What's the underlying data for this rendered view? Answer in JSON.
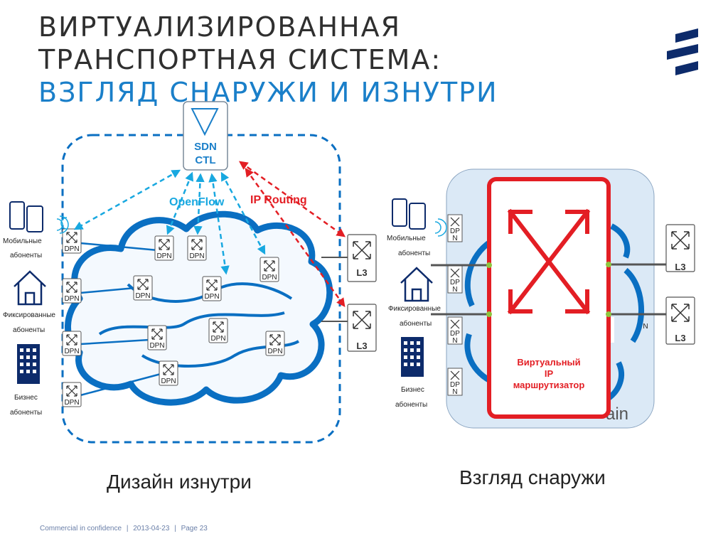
{
  "title": {
    "line1": "ВИРТУАЛИЗИРОВАННАЯ",
    "line2": "ТРАНСПОРТНАЯ СИСТЕМА:",
    "line3": "ВЗГЛЯД СНАРУЖИ И ИЗНУТРИ"
  },
  "left_diagram": {
    "sdn_line1": "SDN",
    "sdn_line2": "CTL",
    "openflow_label": "OpenFlow",
    "ip_routing_label": "IP Routing",
    "node_label": "DPN",
    "l3_label": "L3",
    "subscribers": {
      "mobile_line1": "Мобильные",
      "mobile_line2": "абоненты",
      "fixed_line1": "Фиксированные",
      "fixed_line2": "абоненты",
      "business_line1": "Бизнес",
      "business_line2": "абоненты"
    }
  },
  "right_diagram": {
    "router_line1": "Виртуальный",
    "router_line2": "IP",
    "router_line3": "маршрутизатор",
    "domain_fragment": "ain",
    "port_fragment_1": "DP",
    "port_fragment_2": "N",
    "side_fragment": "N",
    "l3_label": "L3",
    "subscribers": {
      "mobile_line1": "Мобильные",
      "mobile_line2": "абоненты",
      "fixed_line1": "Фиксированные",
      "fixed_line2": "абоненты",
      "business_line1": "Бизнес",
      "business_line2": "абоненты"
    }
  },
  "captions": {
    "inside": "Дизайн изнутри",
    "outside": "Взгляд снаружи"
  },
  "footer": {
    "confidentiality": "Commercial in confidence",
    "separator": "|",
    "date": "2013-04-23",
    "page": "Page 23"
  },
  "colors": {
    "cloud_blue": "#0a6fc2",
    "cloud_light": "#eaf3fb",
    "openflow_cyan": "#18a8e0",
    "routing_red": "#e31e24",
    "title_blue": "#1a7fc9",
    "logo_navy": "#0d2b6b",
    "domain_fill": "#dbe9f6"
  },
  "icons": [
    "ericsson-logo-icon",
    "mobile-phones-icon",
    "house-icon",
    "office-building-icon",
    "switch-cross-arrows-icon",
    "sdn-triangle-icon"
  ]
}
